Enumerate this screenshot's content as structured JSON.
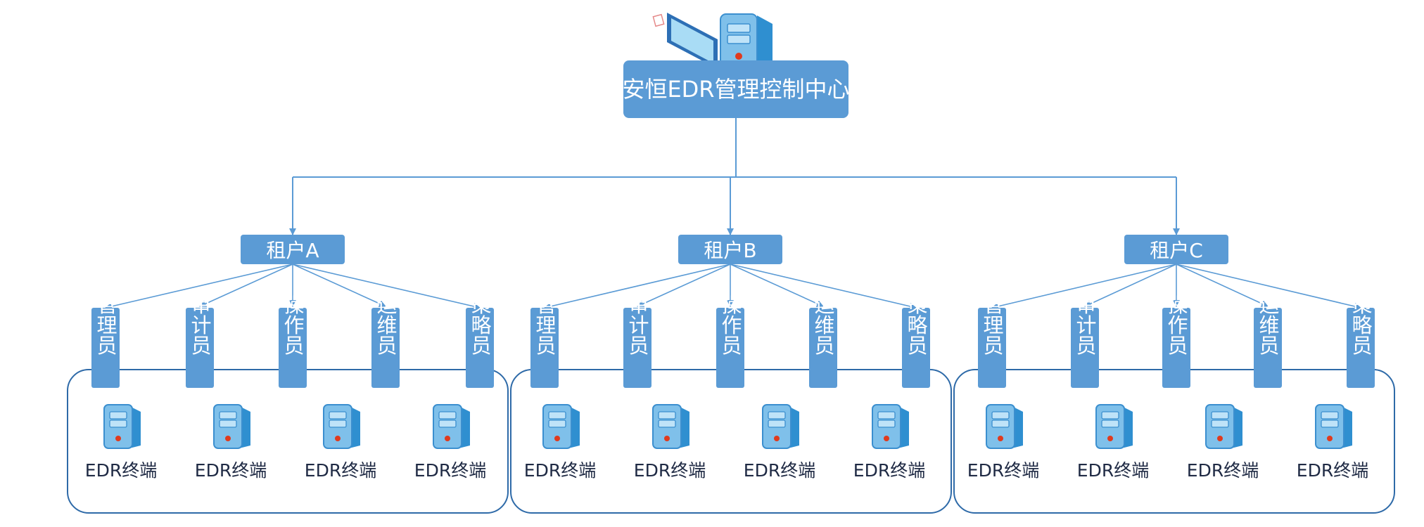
{
  "center": {
    "label": "安恒EDR管理控制中心"
  },
  "tenants": [
    {
      "label": "租户A",
      "roles": [
        "管理员",
        "审计员",
        "操作员",
        "运维员",
        "策略员"
      ],
      "terminals": [
        "EDR终端",
        "EDR终端",
        "EDR终端",
        "EDR终端"
      ]
    },
    {
      "label": "租户B",
      "roles": [
        "管理员",
        "审计员",
        "操作员",
        "运维员",
        "策略员"
      ],
      "terminals": [
        "EDR终端",
        "EDR终端",
        "EDR终端",
        "EDR终端"
      ]
    },
    {
      "label": "租户C",
      "roles": [
        "管理员",
        "审计员",
        "操作员",
        "运维员",
        "策略员"
      ],
      "terminals": [
        "EDR终端",
        "EDR终端",
        "EDR终端",
        "EDR终端"
      ]
    }
  ],
  "colors": {
    "box_fill": "#5b9bd5",
    "line": "#5b9bd5",
    "group_border": "#2e6aa8",
    "terminal_text": "#1f2a44",
    "server_front": "#7fc0ea",
    "server_side": "#2f8fd0",
    "server_led": "#e03a1e"
  }
}
